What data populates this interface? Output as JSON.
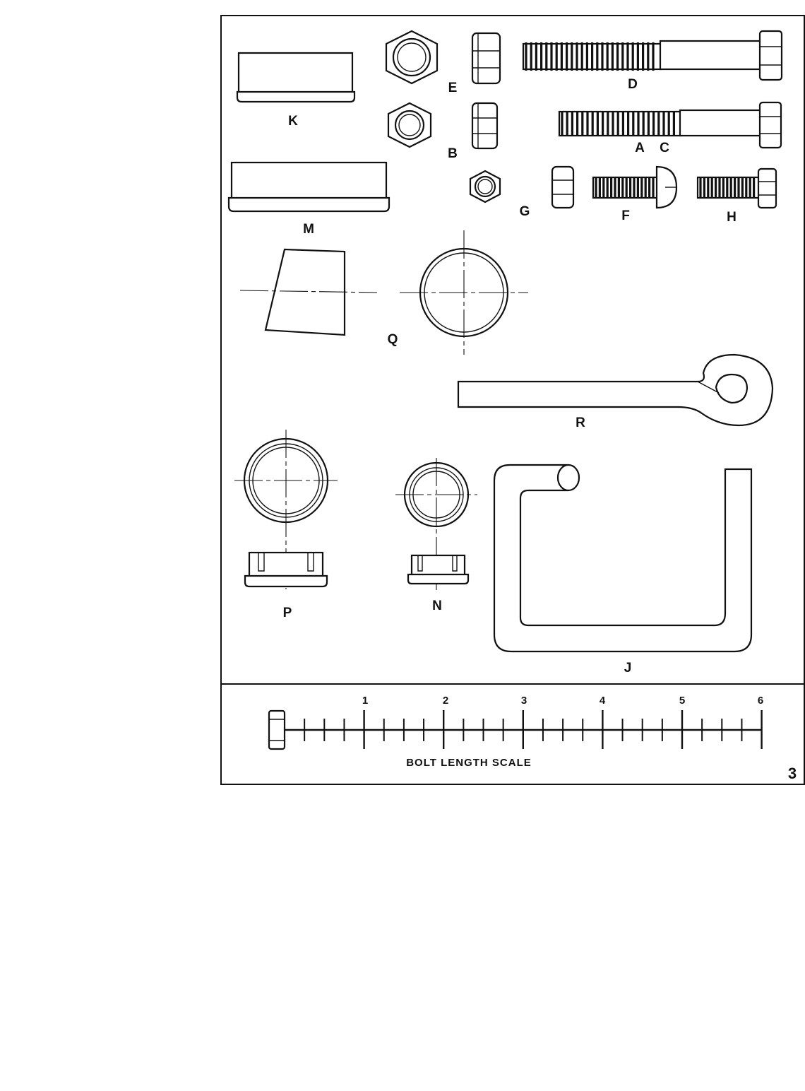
{
  "parts": {
    "K": "K",
    "E": "E",
    "D": "D",
    "B": "B",
    "A": "A",
    "C": "C",
    "M": "M",
    "G": "G",
    "F": "F",
    "H": "H",
    "Q": "Q",
    "R": "R",
    "P": "P",
    "N": "N",
    "J": "J"
  },
  "scale": {
    "title": "BOLT LENGTH SCALE",
    "marks": [
      "1",
      "2",
      "3",
      "4",
      "5",
      "6"
    ]
  },
  "page_number": "3"
}
